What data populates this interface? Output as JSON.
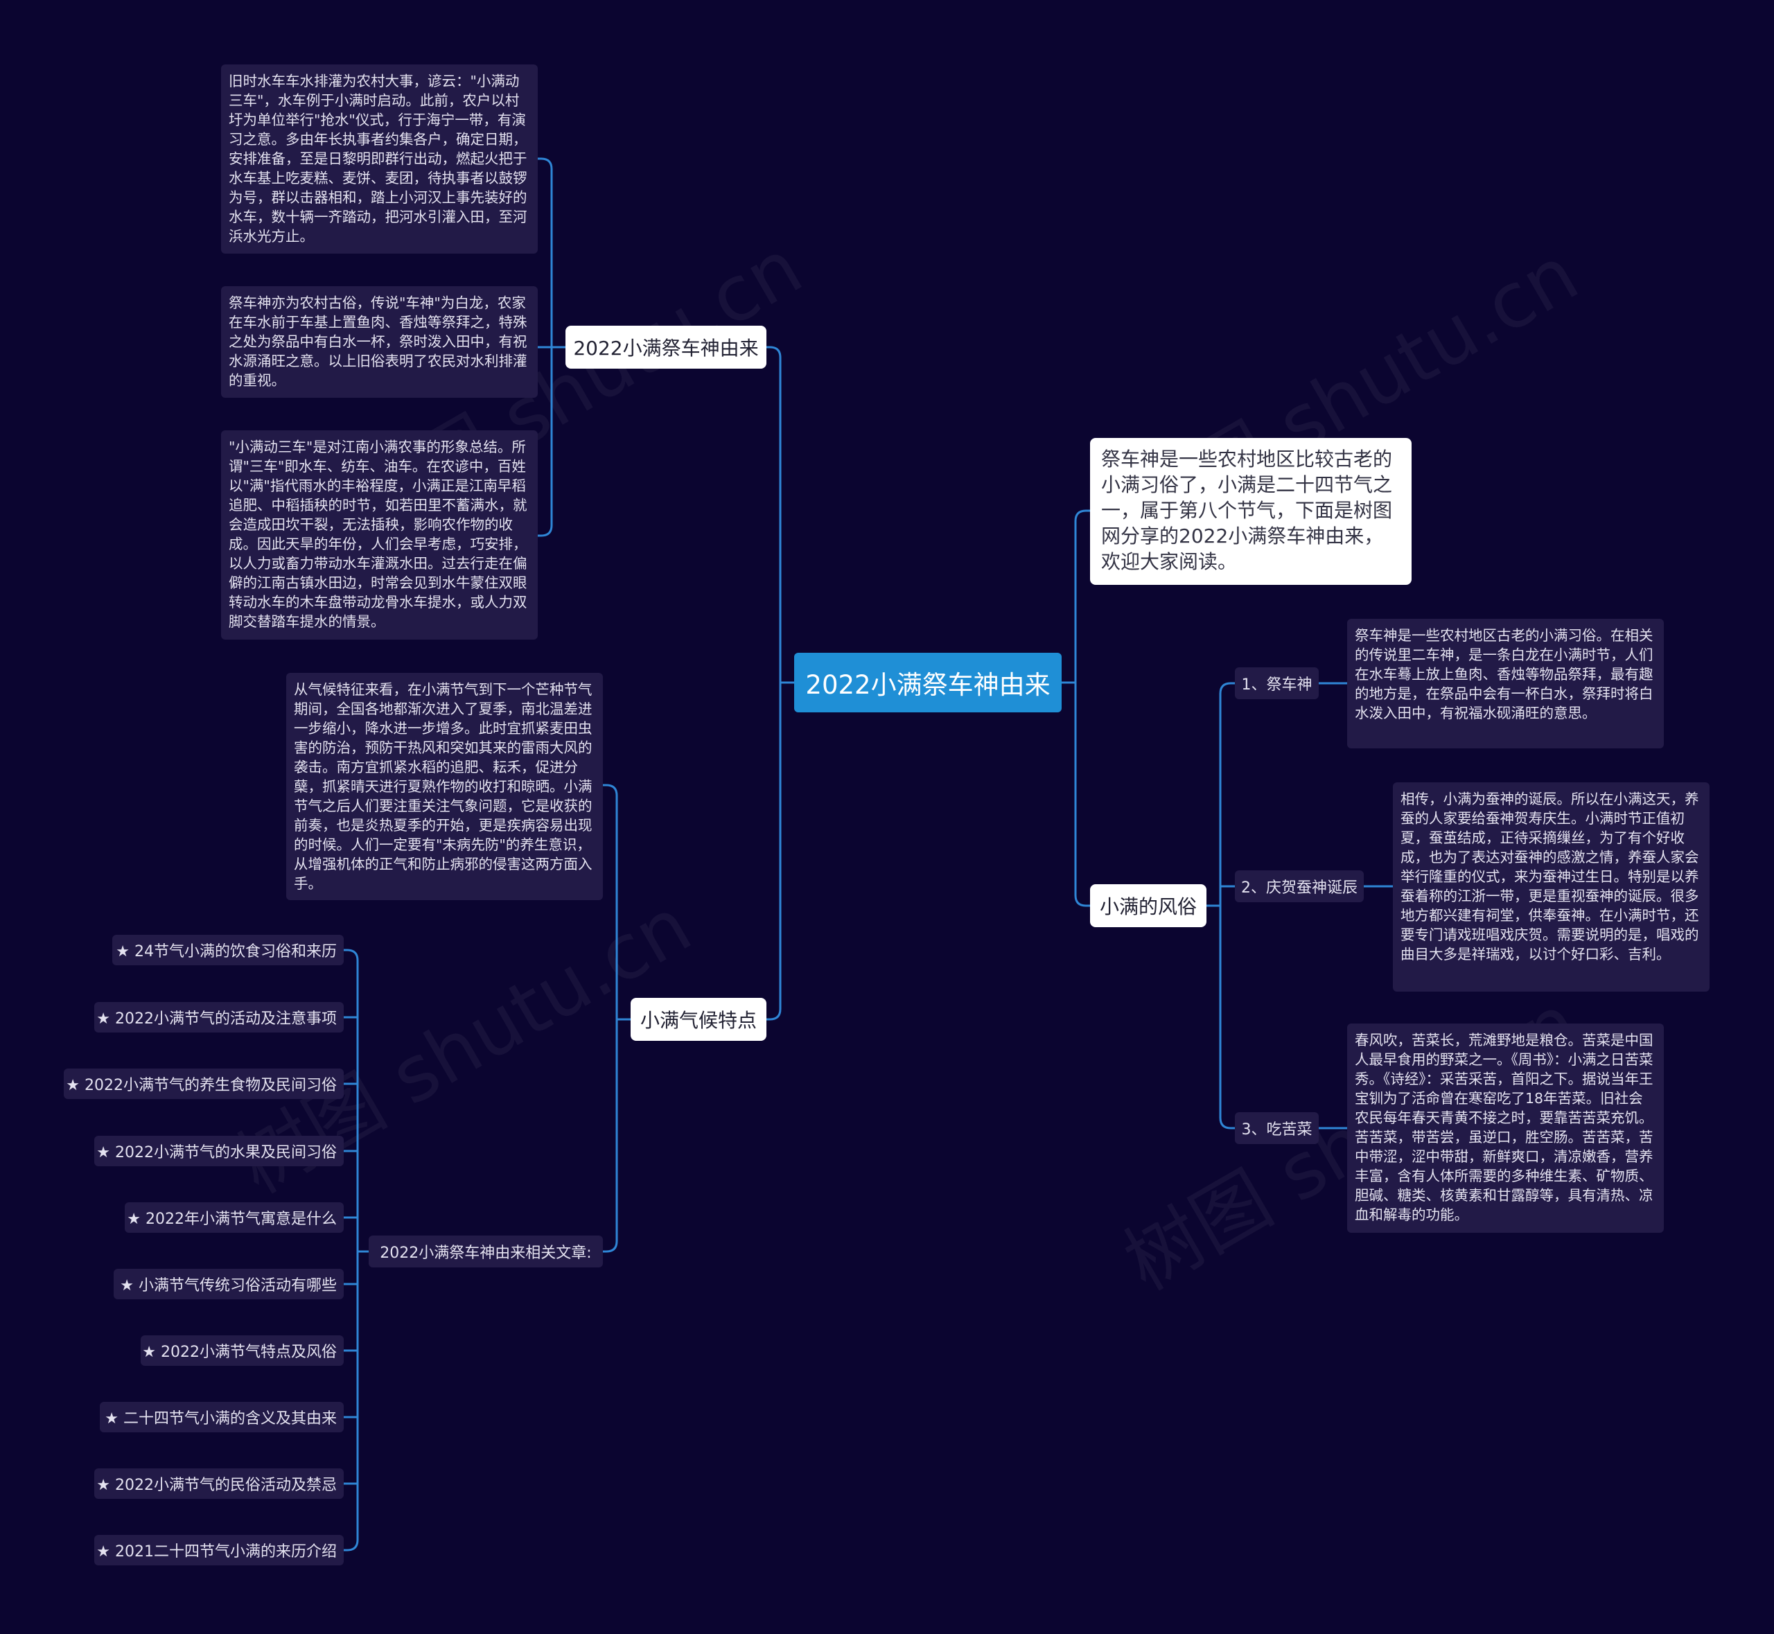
{
  "root": {
    "label": "2022小满祭车神由来"
  },
  "branches": {
    "origin": {
      "label": "2022小满祭车神由来",
      "leaves": [
        "旧时水车车水排灌为农村大事，谚云：\"小满动三车\"，水车例于小满时启动。此前，农户以村圩为单位举行\"抢水\"仪式，行于海宁一带，有演习之意。多由年长执事者约集各户，确定日期，安排准备，至是日黎明即群行出动，燃起火把于水车基上吃麦糕、麦饼、麦团，待执事者以鼓锣为号，群以击器相和，踏上小河汉上事先装好的水车，数十辆一齐踏动，把河水引灌入田，至河浜水光方止。",
        "祭车神亦为农村古俗，传说\"车神\"为白龙，农家在车水前于车基上置鱼肉、香烛等祭拜之，特殊之处为祭品中有白水一杯，祭时泼入田中，有祝水源涌旺之意。以上旧俗表明了农民对水利排灌的重视。",
        "\"小满动三车\"是对江南小满农事的形象总结。所谓\"三车\"即水车、纺车、油车。在农谚中，百姓以\"满\"指代雨水的丰裕程度，小满正是江南早稻追肥、中稻插秧的时节，如若田里不蓄满水，就会造成田坎干裂，无法插秧，影响农作物的收成。因此天旱的年份，人们会早考虑，巧安排，以人力或畜力带动水车灌溉水田。过去行走在偏僻的江南古镇水田边，时常会见到水牛蒙住双眼转动水车的木车盘带动龙骨水车提水，或人力双脚交替踏车提水的情景。"
      ]
    },
    "climate": {
      "label": "小满气候特点",
      "text": "从气候特征来看，在小满节气到下一个芒种节气期间，全国各地都渐次进入了夏季，南北温差进一步缩小，降水进一步增多。此时宜抓紧麦田虫害的防治，预防干热风和突如其来的雷雨大风的袭击。南方宜抓紧水稻的追肥、耘禾，促进分蘖，抓紧晴天进行夏熟作物的收打和晾晒。小满节气之后人们要注重关注气象问题，它是收获的前奏，也是炎热夏季的开始，更是疾病容易出现的时候。人们一定要有\"未病先防\"的养生意识，从增强机体的正气和防止病邪的侵害这两方面入手。",
      "related_label": "2022小满祭车神由来相关文章:",
      "articles": [
        "★ 24节气小满的饮食习俗和来历",
        "★ 2022小满节气的活动及注意事项",
        "★ 2022小满节气的养生食物及民间习俗",
        "★ 2022小满节气的水果及民间习俗",
        "★ 2022年小满节气寓意是什么",
        "★ 小满节气传统习俗活动有哪些",
        "★ 2022小满节气特点及风俗",
        "★ 二十四节气小满的含义及其由来",
        "★ 2022小满节气的民俗活动及禁忌",
        "★ 2021二十四节气小满的来历介绍"
      ]
    },
    "intro": {
      "text": "祭车神是一些农村地区比较古老的小满习俗了，小满是二十四节气之一，属于第八个节气，下面是树图网分享的2022小满祭车神由来，欢迎大家阅读。"
    },
    "customs": {
      "label": "小满的风俗",
      "items": [
        {
          "label": "1、祭车神",
          "text": "祭车神是一些农村地区古老的小满习俗。在相关的传说里二车神，是一条白龙在小满时节，人们在水车蓦上放上鱼肉、香烛等物品祭拜，最有趣的地方是，在祭品中会有一杯白水，祭拜时将白水泼入田中，有祝福水砚涌旺的意思。"
        },
        {
          "label": "2、庆贺蚕神诞辰",
          "text": "相传，小满为蚕神的诞辰。所以在小满这天，养蚕的人家要给蚕神贺寿庆生。小满时节正值初夏，蚕茧结成，正待采摘缫丝，为了有个好收成，也为了表达对蚕神的感激之情，养蚕人家会举行隆重的仪式，来为蚕神过生日。特别是以养蚕着称的江浙一带，更是重视蚕神的诞辰。很多地方都兴建有祠堂，供奉蚕神。在小满时节，还要专门请戏班唱戏庆贺。需要说明的是，唱戏的曲目大多是祥瑞戏，以讨个好口彩、吉利。"
        },
        {
          "label": "3、吃苦菜",
          "text": "春风吹，苦菜长，荒滩野地是粮仓。苦菜是中国人最早食用的野菜之一。《周书》：小满之日苦菜秀。《诗经》：采苦采苦，首阳之下。据说当年王宝钏为了活命曾在寒窑吃了18年苦菜。旧社会农民每年春天青黄不接之时，要靠苦苦菜充饥。苦苦菜，带苦尝，虽逆口，胜空肠。苦苦菜，苦中带涩，涩中带甜，新鲜爽口，清凉嫩香，营养丰富，含有人体所需要的多种维生素、矿物质、胆碱、糖类、核黄素和甘露醇等，具有清热、凉血和解毒的功能。"
        }
      ]
    }
  },
  "watermark": "树图 shutu.cn",
  "colors": {
    "background": "#0b0530",
    "link": "#2f86d6",
    "root": "#1f8fd6",
    "leaf": "#221a47"
  }
}
